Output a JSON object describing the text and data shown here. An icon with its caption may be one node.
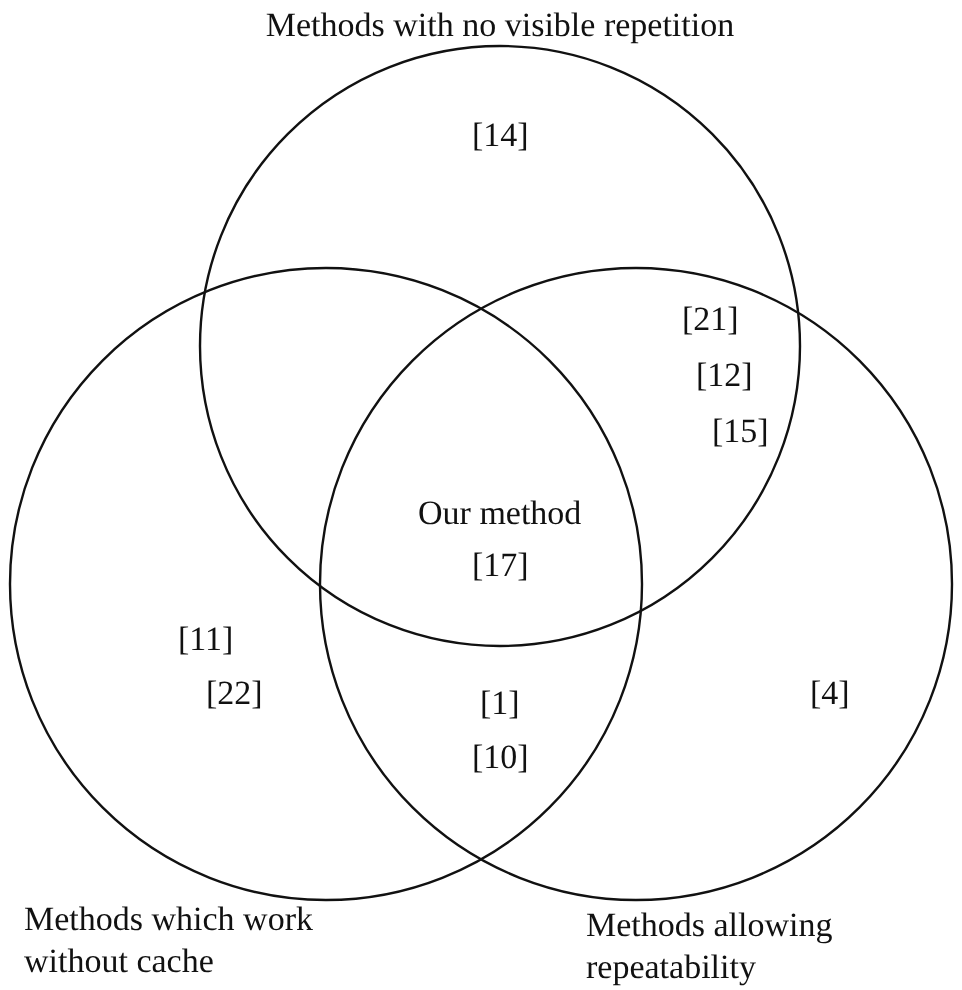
{
  "diagram": {
    "nodes": [
      {
        "text": [
          "Methods with no visible repetition"
        ]
      },
      {
        "text": [
          "Methods which work without cache"
        ]
      },
      {
        "text": [
          "Methods allowing repeatability"
        ]
      }
    ],
    "edges": [],
    "labels": [
      "[14]",
      "[21]",
      "[12]",
      "[15]",
      "Our method",
      "[17]",
      "[11]",
      "[22]",
      "[1]",
      "[10]",
      "[4]"
    ]
  }
}
